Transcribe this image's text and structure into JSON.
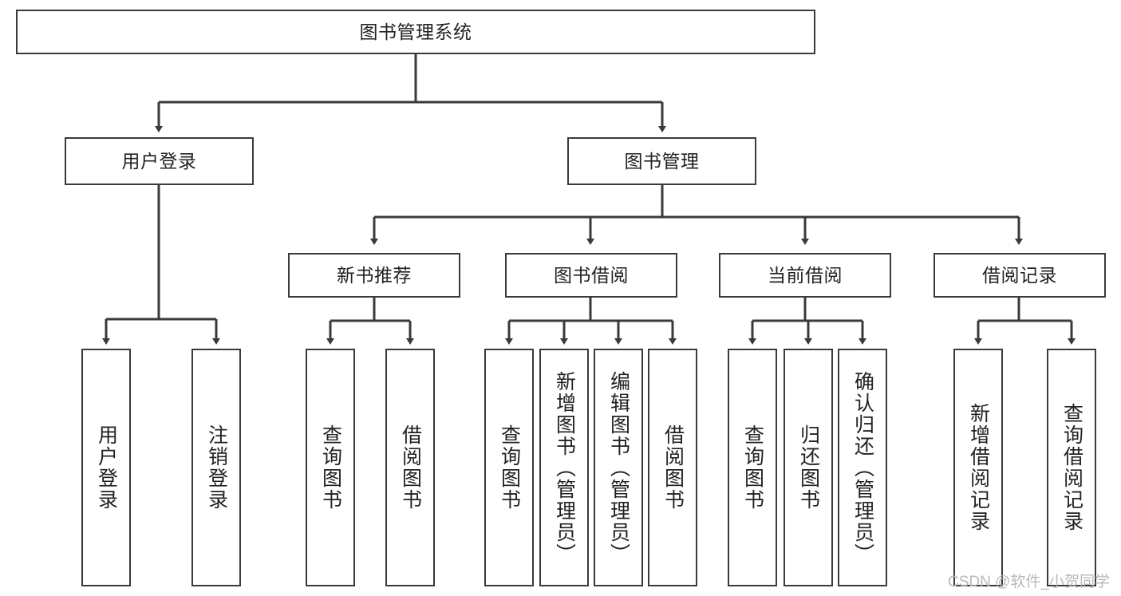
{
  "diagram": {
    "type": "tree",
    "title": "图书管理系统",
    "root": {
      "id": "root",
      "label": "图书管理系统"
    },
    "level2": [
      {
        "id": "user-login",
        "label": "用户登录"
      },
      {
        "id": "book-manage",
        "label": "图书管理"
      }
    ],
    "level3": [
      {
        "id": "new-book-recommend",
        "label": "新书推荐"
      },
      {
        "id": "book-borrow",
        "label": "图书借阅"
      },
      {
        "id": "current-borrow",
        "label": "当前借阅"
      },
      {
        "id": "borrow-record",
        "label": "借阅记录"
      }
    ],
    "leaves": [
      {
        "id": "leaf-user-login",
        "label": "用户登录"
      },
      {
        "id": "leaf-user-logout",
        "label": "注销登录"
      },
      {
        "id": "leaf-query-book-1",
        "label": "查询图书"
      },
      {
        "id": "leaf-borrow-book-1",
        "label": "借阅图书"
      },
      {
        "id": "leaf-query-book-2",
        "label": "查询图书"
      },
      {
        "id": "leaf-add-book",
        "label": "新增图书（管理员）"
      },
      {
        "id": "leaf-edit-book",
        "label": "编辑图书（管理员）"
      },
      {
        "id": "leaf-borrow-book-2",
        "label": "借阅图书"
      },
      {
        "id": "leaf-query-book-3",
        "label": "查询图书"
      },
      {
        "id": "leaf-return-book",
        "label": "归还图书"
      },
      {
        "id": "leaf-confirm-return",
        "label": "确认归还（管理员）"
      },
      {
        "id": "leaf-add-record",
        "label": "新增借阅记录"
      },
      {
        "id": "leaf-query-record",
        "label": "查询借阅记录"
      }
    ]
  },
  "watermark": {
    "text": "CSDN @软件_小贺同学"
  },
  "colors": {
    "stroke": "#3a3a3a",
    "fill": "#ffffff",
    "text": "#222222",
    "watermark": "#b9b9b9"
  }
}
